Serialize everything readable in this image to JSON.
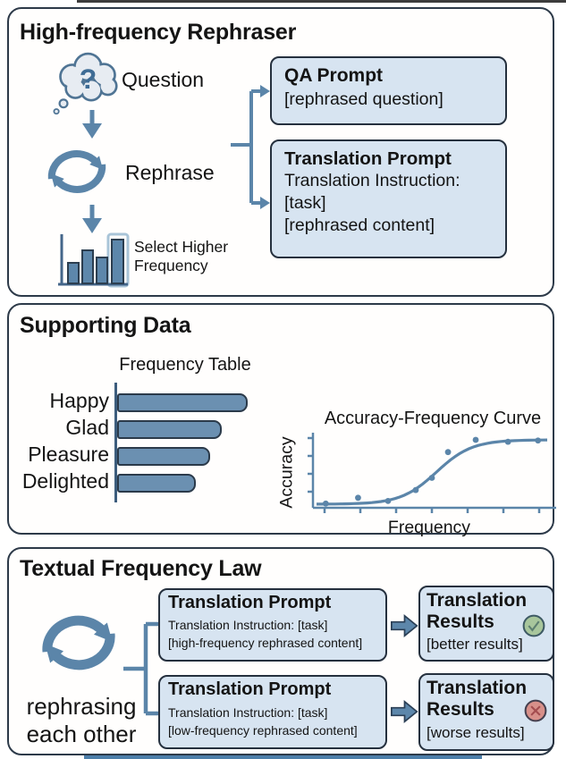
{
  "colors": {
    "panel_border": "#2d3a49",
    "box_fill": "#d7e4f1",
    "box_border": "#25303e",
    "steel_blue": "#5b85a9",
    "bar_fill": "#6b90b1",
    "check_fill": "#a8c69c",
    "check_mark": "#5d7f70",
    "cross_fill": "#d8908a",
    "cross_mark": "#a34c4f",
    "bottom_strip": "#4c7ea9",
    "top_strip": "#3c3c3c"
  },
  "icons": {
    "question_mark": "?",
    "thought_cloud": "thought-cloud",
    "cycle": "circular-arrows",
    "bar_select": "bar-chart-with-highlight",
    "arrow_down": "down-arrow",
    "block_arrow": "right-block-arrow",
    "check": "green-check-circle",
    "cross": "red-cross-circle"
  },
  "rephraser_panel": {
    "title": "High-frequency Rephraser",
    "question_label": "Question",
    "rephrase_label": "Rephrase",
    "select_label_line1": "Select Higher",
    "select_label_line2": "Frequency",
    "qa_box": {
      "title": "QA Prompt",
      "line1": "[rephrased question]"
    },
    "translation_box": {
      "title": "Translation Prompt",
      "line1": "Translation Instruction:",
      "line2": "[task]",
      "line3": "[rephrased content]"
    }
  },
  "supporting_panel": {
    "title": "Supporting Data",
    "freq_table_title": "Frequency Table",
    "curve_title": "Accuracy-Frequency Curve",
    "ylabel": "Accuracy",
    "xlabel": "Frequency"
  },
  "law_panel": {
    "title": "Textual Frequency Law",
    "cycle_caption_line1": "rephrasing",
    "cycle_caption_line2": "each other",
    "high_prompt": {
      "title": "Translation Prompt",
      "instruction": "Translation Instruction: [task]",
      "content": "[high-frequency rephrased content]"
    },
    "low_prompt": {
      "title": "Translation Prompt",
      "instruction": "Translation Instruction: [task]",
      "content": "[low-frequency rephrased content]"
    },
    "better_result": {
      "title_line1": "Translation",
      "title_line2": "Results",
      "detail": "[better results]"
    },
    "worse_result": {
      "title_line1": "Translation",
      "title_line2": "Results",
      "detail": "[worse results]"
    }
  },
  "chart_data": [
    {
      "type": "bar",
      "orientation": "horizontal",
      "title": "Frequency Table",
      "categories": [
        "Happy",
        "Glad",
        "Pleasure",
        "Delighted"
      ],
      "values": [
        1.0,
        0.8,
        0.71,
        0.6
      ],
      "value_note": "relative word frequency, axis unlabeled",
      "grid": false,
      "legend": false
    },
    {
      "type": "scatter",
      "title": "Accuracy-Frequency Curve",
      "xlabel": "Frequency",
      "ylabel": "Accuracy",
      "x_range": [
        0,
        1
      ],
      "y_range": [
        0,
        1
      ],
      "points": [
        [
          0.04,
          0.01
        ],
        [
          0.18,
          0.1
        ],
        [
          0.31,
          0.05
        ],
        [
          0.43,
          0.22
        ],
        [
          0.5,
          0.41
        ],
        [
          0.57,
          0.81
        ],
        [
          0.69,
          1.0
        ],
        [
          0.83,
          0.97
        ],
        [
          0.96,
          0.99
        ]
      ],
      "fit_curve": "logistic",
      "sigmoid": {
        "x0": 0.52,
        "k": 13
      },
      "grid": false,
      "legend": false
    }
  ]
}
